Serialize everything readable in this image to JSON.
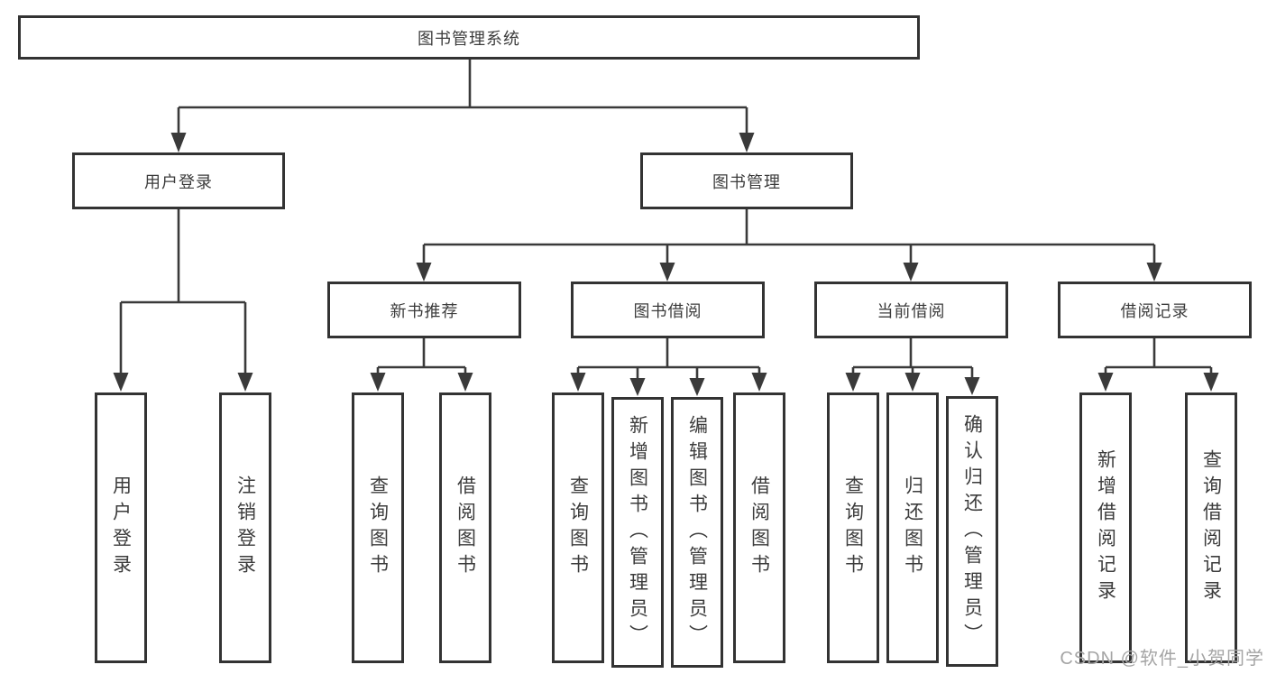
{
  "tree": {
    "root": {
      "label": "图书管理系统"
    },
    "level2": [
      {
        "label": "用户登录"
      },
      {
        "label": "图书管理"
      }
    ],
    "level3": [
      {
        "label": "新书推荐"
      },
      {
        "label": "图书借阅"
      },
      {
        "label": "当前借阅"
      },
      {
        "label": "借阅记录"
      }
    ],
    "leaves": {
      "user_login": [
        {
          "label": "用户登录"
        },
        {
          "label": "注销登录"
        }
      ],
      "new_book": [
        {
          "label": "查询图书"
        },
        {
          "label": "借阅图书"
        }
      ],
      "borrow": [
        {
          "label": "查询图书"
        },
        {
          "label": "新增图书（管理员）"
        },
        {
          "label": "编辑图书（管理员）"
        },
        {
          "label": "借阅图书"
        }
      ],
      "current": [
        {
          "label": "查询图书"
        },
        {
          "label": "归还图书"
        },
        {
          "label": "确认归还（管理员）"
        }
      ],
      "records": [
        {
          "label": "新增借阅记录"
        },
        {
          "label": "查询借阅记录"
        }
      ]
    }
  },
  "watermark": {
    "text": "CSDN @软件_小贺同学"
  },
  "colors": {
    "line": "#3a3a3a",
    "border": "#333333",
    "text": "#3c3c3c",
    "background": "#ffffff",
    "watermark": "#a5a5a5"
  }
}
